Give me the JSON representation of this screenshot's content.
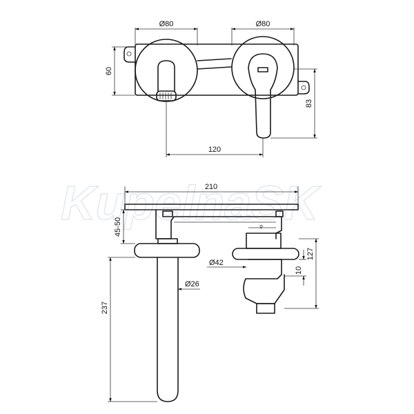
{
  "watermark": "KupelnaSK",
  "top_view": {
    "spout_diameter": "Ø80",
    "handle_diameter": "Ø80",
    "plate_height": "60",
    "handle_drop": "83",
    "centers": "120"
  },
  "side_view": {
    "total_depth": "210",
    "wall_range": "45-50",
    "spout_length": "237",
    "spout_diameter": "Ø26",
    "handle_diameter": "Ø42",
    "handle_gap": "10",
    "handle_height": "127"
  }
}
